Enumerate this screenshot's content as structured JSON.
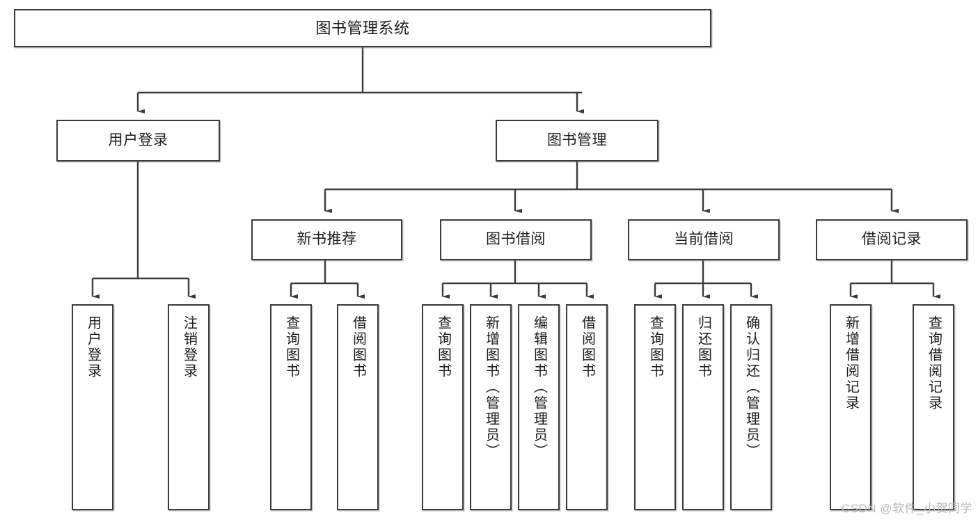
{
  "diagram": {
    "title": "图书管理系统",
    "type": "tree",
    "watermark": "CSDN @软件_小贺同学",
    "nodes": {
      "root": {
        "label": "图书管理系统"
      },
      "level2": [
        {
          "id": "user-login",
          "label": "用户登录"
        },
        {
          "id": "book-manage",
          "label": "图书管理"
        }
      ],
      "level3": [
        {
          "id": "new-book-rec",
          "label": "新书推荐"
        },
        {
          "id": "book-borrow",
          "label": "图书借阅"
        },
        {
          "id": "current-borrow",
          "label": "当前借阅"
        },
        {
          "id": "borrow-record",
          "label": "借阅记录"
        }
      ],
      "leaves": {
        "user_login": [
          {
            "id": "leaf-user-login",
            "label": "用户登录"
          },
          {
            "id": "leaf-logout-login",
            "label": "注销登录"
          }
        ],
        "new_book_rec": [
          {
            "id": "leaf-query-book-1",
            "label": "查询图书"
          },
          {
            "id": "leaf-borrow-book-1",
            "label": "借阅图书"
          }
        ],
        "book_borrow": [
          {
            "id": "leaf-query-book-2",
            "label": "查询图书"
          },
          {
            "id": "leaf-add-book",
            "label": "新增图书（管理员）"
          },
          {
            "id": "leaf-edit-book",
            "label": "编辑图书（管理员）"
          },
          {
            "id": "leaf-borrow-book-2",
            "label": "借阅图书"
          }
        ],
        "current_borrow": [
          {
            "id": "leaf-query-book-3",
            "label": "查询图书"
          },
          {
            "id": "leaf-return-book",
            "label": "归还图书"
          },
          {
            "id": "leaf-confirm-return",
            "label": "确认归还（管理员）"
          }
        ],
        "borrow_record": [
          {
            "id": "leaf-add-record",
            "label": "新增借阅记录"
          },
          {
            "id": "leaf-query-record",
            "label": "查询借阅记录"
          }
        ]
      }
    },
    "colors": {
      "stroke": "#3a3a3a",
      "fill": "#ffffff",
      "text": "#1b1b1b",
      "watermark": "#b8b8b8"
    }
  }
}
